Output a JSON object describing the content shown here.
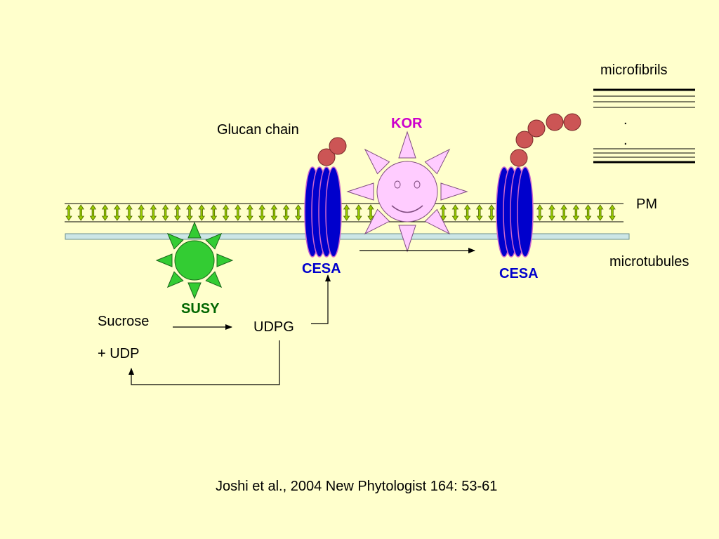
{
  "labels": {
    "microfibrils": "microfibrils",
    "dot1": ".",
    "dot2": ".",
    "pm": "PM",
    "microtubules": "microtubules",
    "glucan_chain": "Glucan chain",
    "kor": "KOR",
    "cesa_left": "CESA",
    "cesa_right": "CESA",
    "susy": "SUSY",
    "sucrose": "Sucrose",
    "udp": "+ UDP",
    "udpg": "UDPG",
    "citation": "Joshi et al., 2004 New Phytologist 164: 53-61"
  },
  "colors": {
    "background": "#ffffcc",
    "cesa": "#0000cc",
    "cesa_label": "#0000cc",
    "kor_label": "#cc00cc",
    "kor_body": "#ffccff",
    "susy": "#33cc33",
    "susy_label": "#006600",
    "glucan_bead": "#cc5555",
    "membrane_arrow": "#99cc00",
    "microtubule": "#cce6e6"
  }
}
